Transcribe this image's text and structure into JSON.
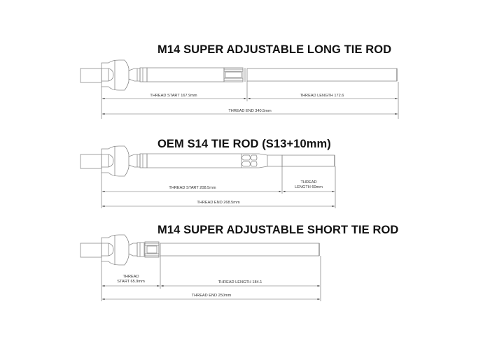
{
  "diagrams": [
    {
      "title": "M14 SUPER ADJUSTABLE LONG TIE ROD",
      "thread_start_label": "THREAD START 167.9mm",
      "thread_length_label": "THREAD LENGTH 172.6",
      "thread_end_label": "THREAD END 340.5mm"
    },
    {
      "title": "OEM S14 TIE ROD (S13+10mm)",
      "thread_start_label": "THREAD START 208.5mm",
      "thread_length_label_line1": "THREAD",
      "thread_length_label_line2": "LENGTH 60mm",
      "thread_end_label": "THREAD END 268.5mm"
    },
    {
      "title": "M14 SUPER ADJUSTABLE SHORT TIE ROD",
      "thread_start_label_line1": "THREAD",
      "thread_start_label_line2": "START 65.9mm",
      "thread_length_label": "THREAD LENGTH 184.1",
      "thread_end_label": "THREAD END 250mm"
    }
  ],
  "colors": {
    "line": "#8a8a8a",
    "dim_line": "#555555",
    "title": "#111111",
    "background": "#ffffff"
  }
}
